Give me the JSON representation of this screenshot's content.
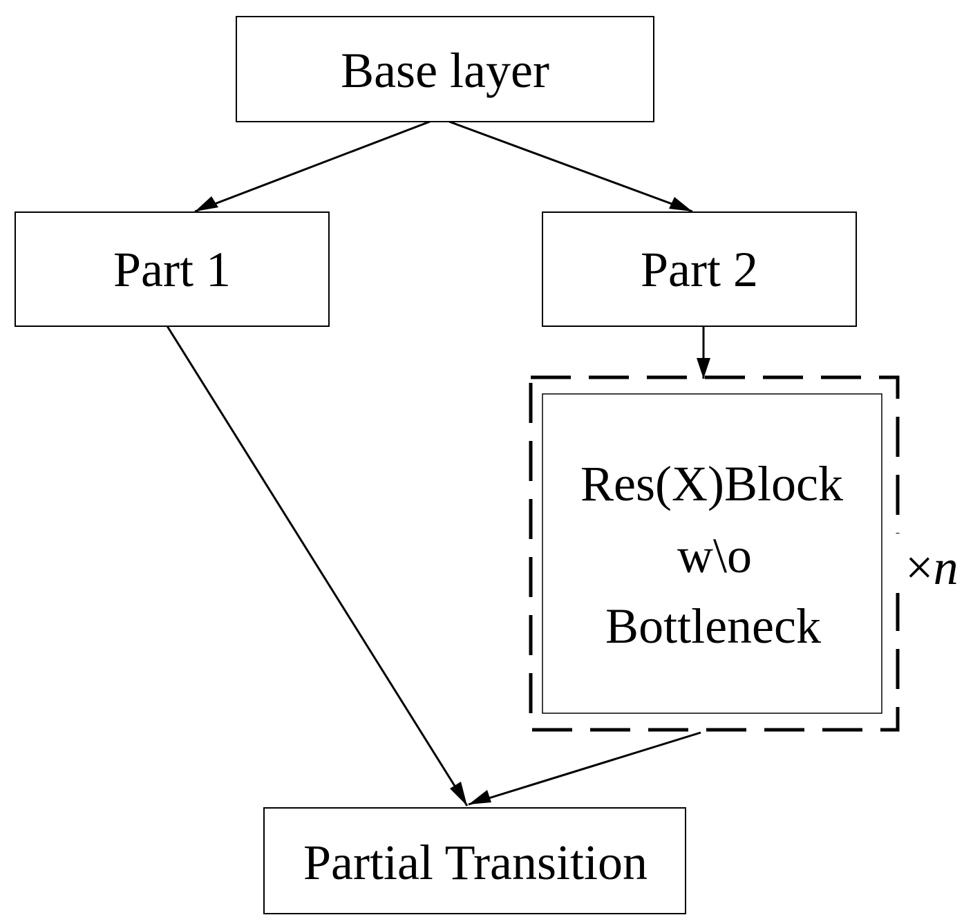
{
  "nodes": {
    "base_layer": "Base layer",
    "part1": "Part 1",
    "part2": "Part 2",
    "block_line1": "Res(X)Block",
    "block_line2": "w\\o",
    "block_line3": "Bottleneck",
    "partial_transition": "Partial Transition"
  },
  "repeat": {
    "symbol": "×",
    "variable": "n"
  },
  "colors": {
    "line": "#000000",
    "background": "#ffffff"
  }
}
